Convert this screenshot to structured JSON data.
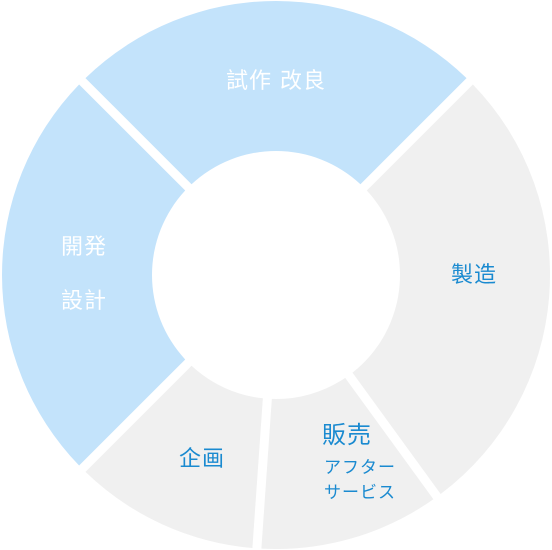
{
  "segments": [
    {
      "id": "shisaku",
      "lines": [
        "試作 改良"
      ],
      "fill": "#c3e3fb",
      "text_color": "#ffffff"
    },
    {
      "id": "seizo",
      "lines": [
        "製造"
      ],
      "fill": "#f0f0f0",
      "text_color": "#1a8ad0"
    },
    {
      "id": "hanbai",
      "lines": [
        "販売"
      ],
      "sublines": [
        "アフター",
        "サービス"
      ],
      "fill": "#f0f0f0",
      "text_color": "#1a8ad0"
    },
    {
      "id": "kikaku",
      "lines": [
        "企画"
      ],
      "fill": "#f0f0f0",
      "text_color": "#1a8ad0"
    },
    {
      "id": "kaihatsu",
      "lines": [
        "開発",
        "設計"
      ],
      "fill": "#c3e3fb",
      "text_color": "#ffffff"
    }
  ]
}
